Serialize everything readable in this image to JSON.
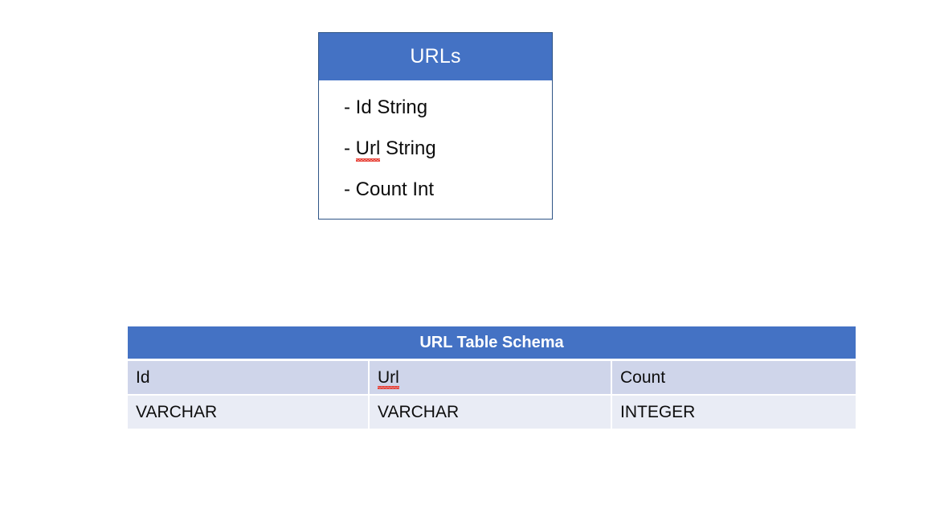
{
  "theme": {
    "accent_blue": "#4472C4",
    "class_border": "#2E5486",
    "header_row_fill": "#CFD5EA",
    "data_row_fill": "#E9ECF5",
    "title_text": "#FFFFFF",
    "body_text": "#0D0D0D",
    "spellcheck_underline": "#E8443A",
    "background": "#FFFFFF"
  },
  "class_box": {
    "title": "URLs",
    "attributes": [
      {
        "bullet": "-",
        "name": "Id",
        "type": "String",
        "misspelled": false
      },
      {
        "bullet": "-",
        "name": "Url",
        "type": "String",
        "misspelled": true
      },
      {
        "bullet": "-",
        "name": "Count",
        "type": "Int",
        "misspelled": false
      }
    ],
    "attribute_lines": [
      "- Id String",
      "- Url String",
      "- Count Int"
    ]
  },
  "schema_table": {
    "title": "URL Table Schema",
    "columns": [
      "Id",
      "Url",
      "Count"
    ],
    "column_misspelled": [
      false,
      true,
      false
    ],
    "rows": [
      [
        "VARCHAR",
        "VARCHAR",
        "INTEGER"
      ]
    ]
  }
}
